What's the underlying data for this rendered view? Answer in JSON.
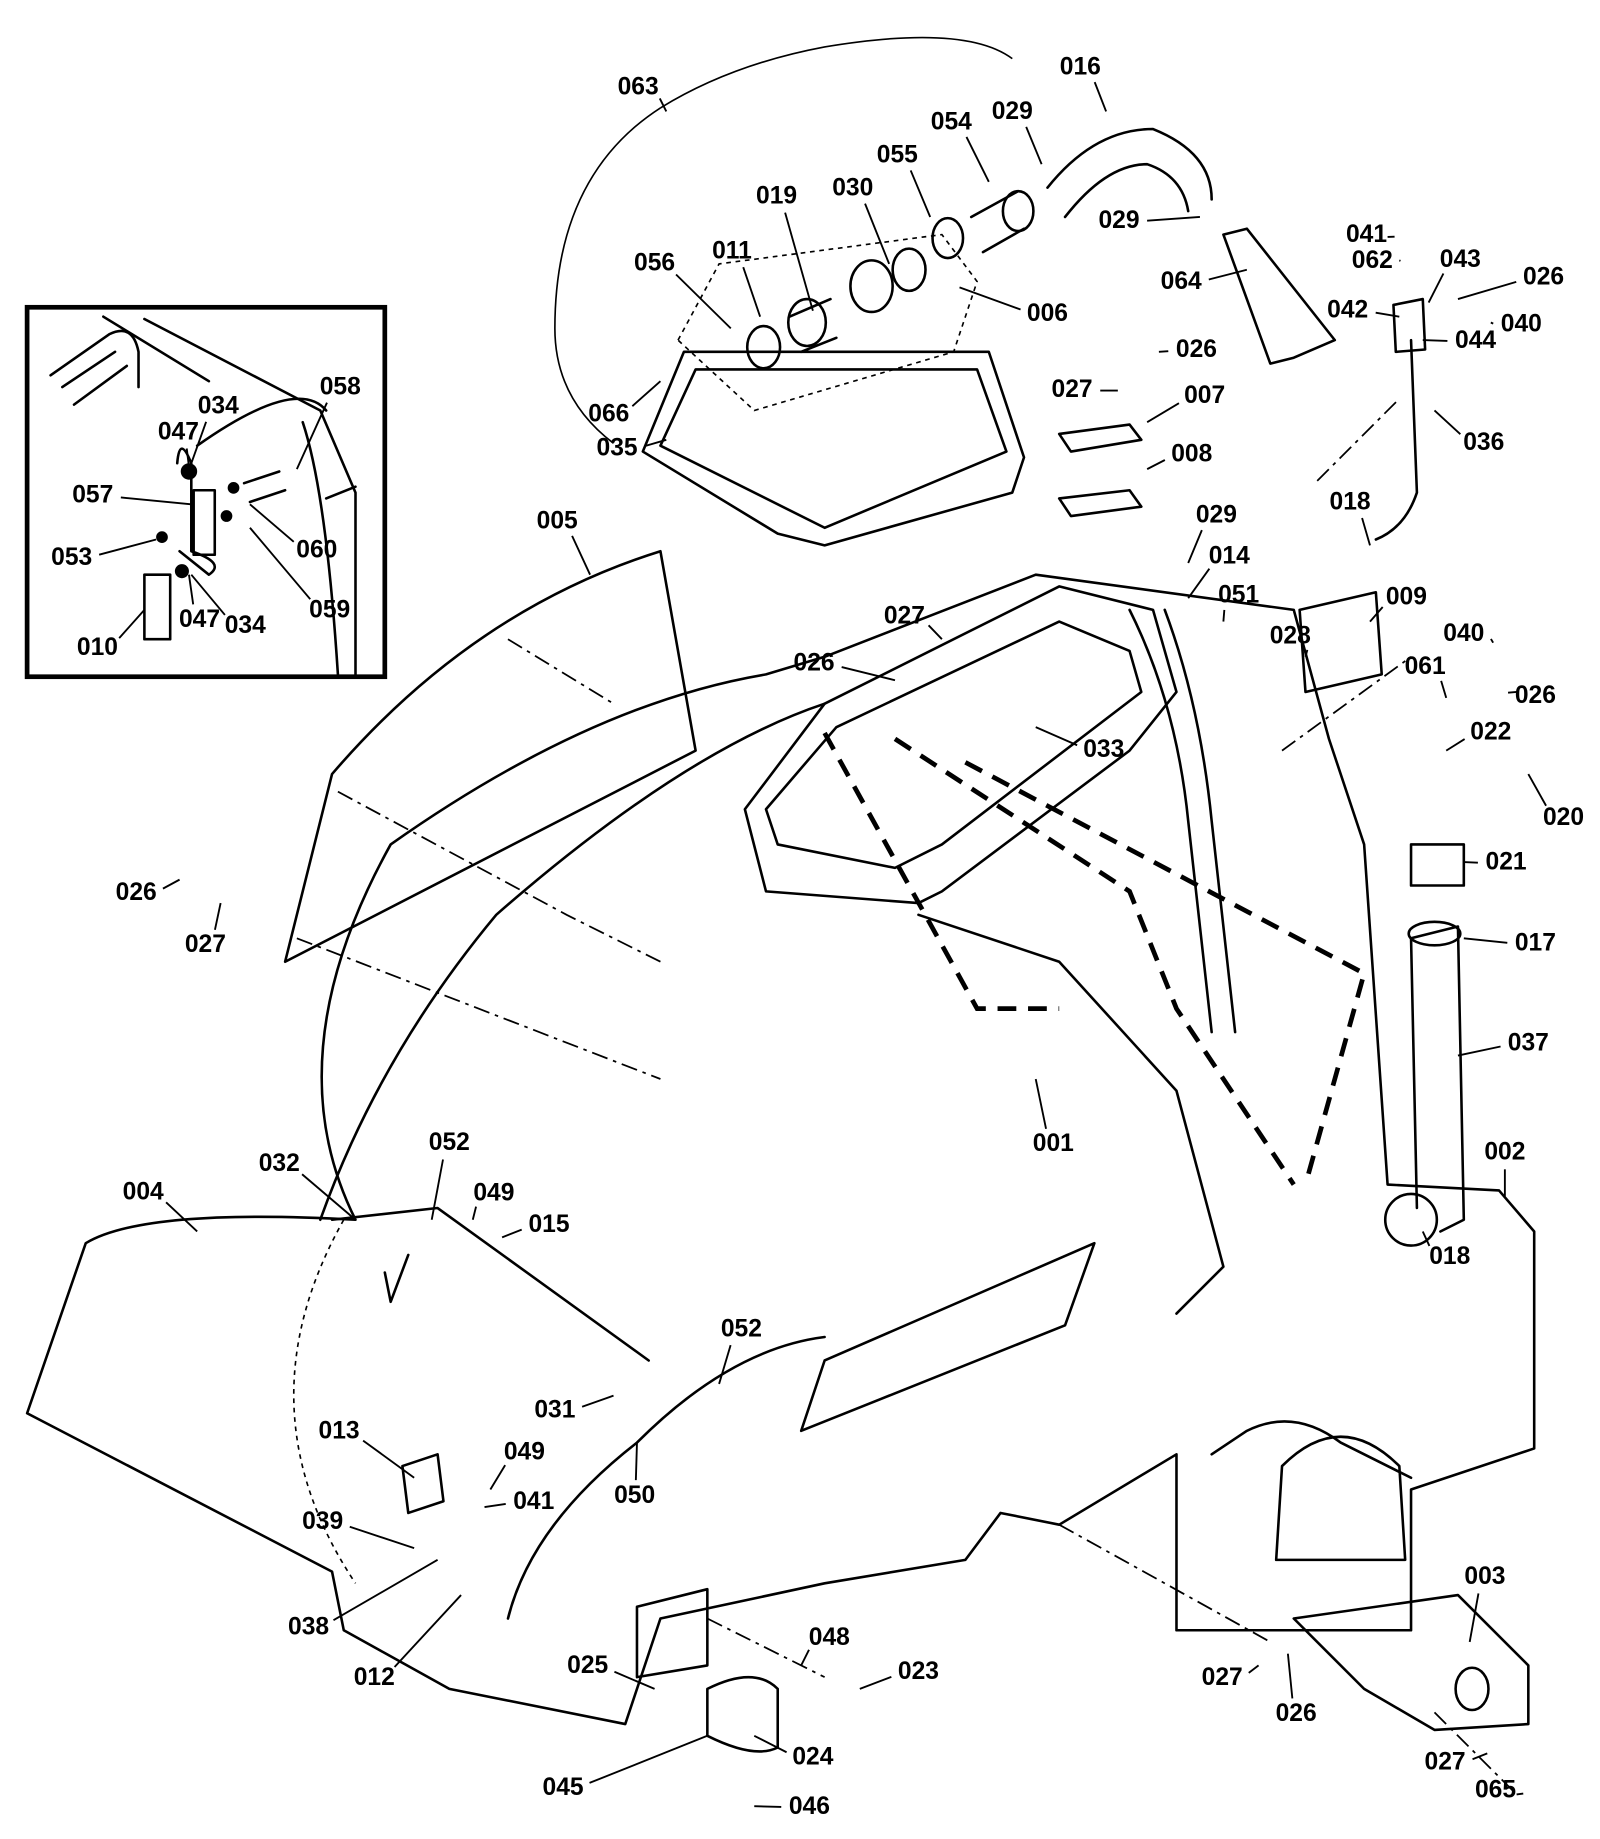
{
  "diagram": {
    "callouts": [
      "063",
      "016",
      "054",
      "029",
      "055",
      "030",
      "019",
      "011",
      "056",
      "006",
      "029",
      "064",
      "041",
      "062",
      "043",
      "026",
      "042",
      "040",
      "044",
      "036",
      "026",
      "027",
      "007",
      "066",
      "035",
      "008",
      "018",
      "029",
      "014",
      "051",
      "009",
      "028",
      "040",
      "061",
      "026",
      "027",
      "026",
      "033",
      "022",
      "020",
      "021",
      "017",
      "037",
      "001",
      "002",
      "018",
      "005",
      "026",
      "027",
      "004",
      "032",
      "052",
      "049",
      "015",
      "052",
      "031",
      "050",
      "013",
      "049",
      "041",
      "039",
      "038",
      "012",
      "025",
      "048",
      "023",
      "024",
      "045",
      "046",
      "003",
      "027",
      "026",
      "027",
      "065"
    ],
    "inset_callouts": [
      "058",
      "034",
      "047",
      "057",
      "053",
      "060",
      "059",
      "047",
      "034",
      "010"
    ]
  }
}
